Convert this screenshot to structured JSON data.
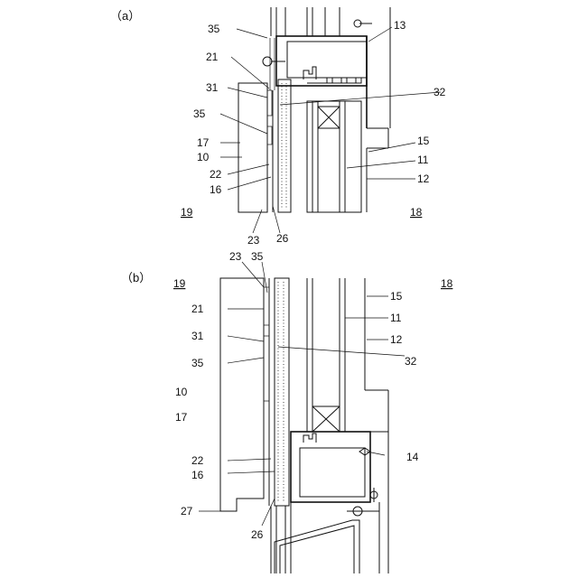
{
  "figure": {
    "panel_a": {
      "label": "（a）",
      "labels": {
        "l35_top": "35",
        "l21": "21",
        "l31": "31",
        "l35_mid": "35",
        "l17": "17",
        "l10": "10",
        "l22": "22",
        "l16": "16",
        "l19": "19",
        "l23": "23",
        "l26": "26",
        "l18": "18",
        "l13": "13",
        "l32": "32",
        "l15": "15",
        "l11": "11",
        "l12": "12"
      }
    },
    "panel_b": {
      "label": "（b）",
      "labels": {
        "l19": "19",
        "l23": "23",
        "l35_top": "35",
        "l18": "18",
        "l21": "21",
        "l15": "15",
        "l11": "11",
        "l31": "31",
        "l12": "12",
        "l35_mid": "35",
        "l32": "32",
        "l10": "10",
        "l17": "17",
        "l14": "14",
        "l22": "22",
        "l16": "16",
        "l27": "27",
        "l26": "26"
      }
    }
  }
}
